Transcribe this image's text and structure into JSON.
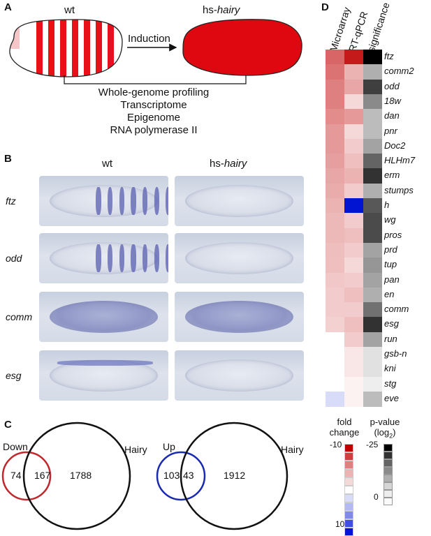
{
  "panels": {
    "A": {
      "letter": "A",
      "wt_label": "wt",
      "hs_label_prefix": "hs-",
      "hs_label_gene": "hairy",
      "arrow_label": "Induction",
      "caption_lines": [
        "Whole-genome profiling",
        "Transcriptome",
        "Epigenome",
        "RNA polymerase II"
      ],
      "colors": {
        "stripe": "#e8111a",
        "fill": "#e00810"
      }
    },
    "B": {
      "letter": "B",
      "col_wt": "wt",
      "col_hs_prefix": "hs-",
      "col_hs_gene": "hairy",
      "rows": [
        {
          "gene": "ftz",
          "wt_stripes": 7,
          "wt_pattern": "stripes",
          "hs_pattern": "faint"
        },
        {
          "gene": "odd",
          "wt_stripes": 7,
          "wt_pattern": "stripes",
          "hs_pattern": "faint"
        },
        {
          "gene": "comm",
          "wt_stripes": 0,
          "wt_pattern": "broad",
          "hs_pattern": "broad"
        },
        {
          "gene": "esg",
          "wt_stripes": 0,
          "wt_pattern": "dorsal",
          "hs_pattern": "faint"
        }
      ]
    },
    "C": {
      "letter": "C",
      "venn_left": {
        "set_label": "Down",
        "other_label": "Hairy",
        "only": "74",
        "overlap": "167",
        "other_only": "1788",
        "color": "#c0282d"
      },
      "venn_right": {
        "set_label": "Up",
        "other_label": "Hairy",
        "only": "103",
        "overlap": "43",
        "other_only": "1912",
        "color": "#1a2ab0"
      }
    },
    "D": {
      "letter": "D",
      "columns": [
        "Microarray",
        "RT-qPCR",
        "significance"
      ],
      "genes": [
        "ftz",
        "comm2",
        "odd",
        "18w",
        "dan",
        "pnr",
        "Doc2",
        "HLHm7",
        "erm",
        "stumps",
        "h",
        "wg",
        "pros",
        "prd",
        "tup",
        "pan",
        "en",
        "comm",
        "esg",
        "run",
        "gsb-n",
        "kni",
        "stg",
        "eve"
      ],
      "microarray": [
        -0.6,
        -0.55,
        -0.5,
        -0.5,
        -0.45,
        -0.4,
        -0.4,
        -0.38,
        -0.35,
        -0.33,
        -0.3,
        -0.28,
        -0.28,
        -0.26,
        -0.25,
        -0.22,
        -0.2,
        -0.2,
        -0.18,
        null,
        null,
        null,
        null,
        0.15
      ],
      "rtqpcr": [
        -0.9,
        -0.3,
        -0.35,
        -0.15,
        -0.4,
        -0.15,
        -0.2,
        -0.25,
        -0.3,
        -0.2,
        1.0,
        -0.2,
        -0.25,
        -0.2,
        -0.15,
        -0.2,
        -0.25,
        -0.2,
        -0.25,
        -0.2,
        -0.1,
        -0.1,
        -0.05,
        -0.05
      ],
      "significance": [
        1.0,
        0.3,
        0.75,
        0.45,
        0.25,
        0.25,
        0.35,
        0.6,
        0.8,
        0.3,
        0.65,
        0.7,
        0.7,
        0.35,
        0.4,
        0.35,
        0.3,
        0.55,
        0.8,
        0.35,
        0.1,
        0.1,
        0.05,
        0.25
      ],
      "legend_fold": {
        "title_line1": "fold",
        "title_line2": "change",
        "top": "-10",
        "bottom": "10"
      },
      "legend_p": {
        "title_line1": "p-value",
        "title_line2": "(log",
        "title_sub": "2",
        "title_end": ")",
        "top": "-25",
        "bottom": "0"
      }
    }
  }
}
